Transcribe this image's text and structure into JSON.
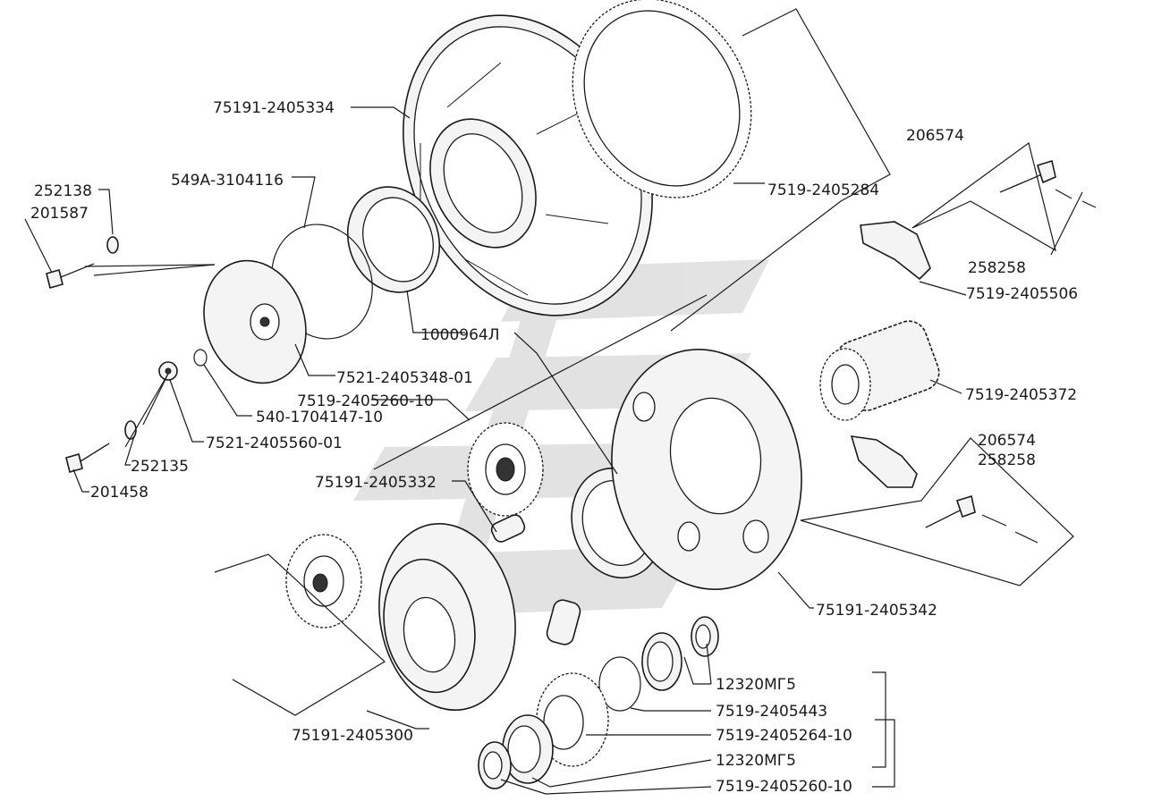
{
  "labels": {
    "l_75191_2405334": "75191-2405334",
    "l_549A_3104116": "549А-3104116",
    "l_252138": "252138",
    "l_201587": "201587",
    "l_7519_2405284": "7519-2405284",
    "l_206574_a": "206574",
    "l_258258_a": "258258",
    "l_7519_2405506": "7519-2405506",
    "l_1000964L": "1000964Л",
    "l_7521_2405348_01": "7521-2405348-01",
    "l_7519_2405260_10_a": "7519-2405260-10",
    "l_540_1704147_10": "540-1704147-10",
    "l_7521_2405560_01": "7521-2405560-01",
    "l_252135": "252135",
    "l_201458": "201458",
    "l_75191_2405332": "75191-2405332",
    "l_7519_2405372": "7519-2405372",
    "l_206574_b": "206574",
    "l_258258_b": "258258",
    "l_75191_2405342": "75191-2405342",
    "l_75191_2405300": "75191-2405300",
    "l_12320MG5_a": "12320МГ5",
    "l_7519_2405443": "7519-2405443",
    "l_7519_2405264_10": "7519-2405264-10",
    "l_12320MG5_b": "12320МГ5",
    "l_7519_2405260_10_b": "7519-2405260-10"
  },
  "colors": {
    "ink": "#1a1a1a",
    "watermark": "#d9d9d9",
    "background": "#ffffff"
  }
}
